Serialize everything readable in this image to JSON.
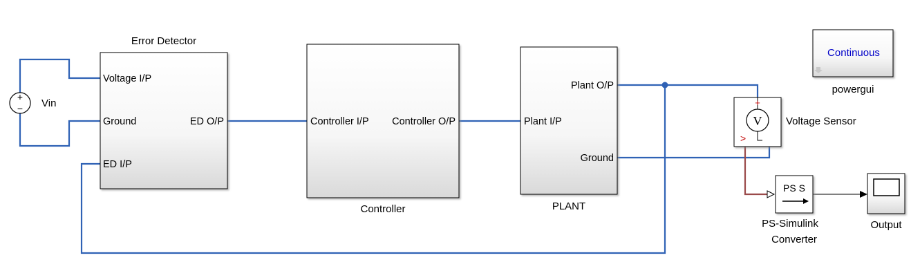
{
  "blocks": {
    "vin": {
      "name": "Vin",
      "plus": "+",
      "minus": "−"
    },
    "error_detector": {
      "name": "Error Detector",
      "ports": {
        "voltage_ip": "Voltage I/P",
        "ground": "Ground",
        "ed_ip": "ED I/P",
        "ed_op": "ED O/P"
      }
    },
    "controller": {
      "name": "Controller",
      "ports": {
        "input": "Controller I/P",
        "output": "Controller O/P"
      }
    },
    "plant": {
      "name": "PLANT",
      "ports": {
        "input": "Plant I/P",
        "output": "Plant O/P",
        "ground": "Ground"
      }
    },
    "voltage_sensor": {
      "name": "Voltage Sensor",
      "symbol": "V",
      "plus": "+",
      "arrow": ">"
    },
    "ps_simulink": {
      "name_line1": "PS-Simulink",
      "name_line2": "Converter",
      "symbol": "PS S"
    },
    "output": {
      "name": "Output"
    },
    "powergui": {
      "name": "powergui",
      "mode": "Continuous"
    }
  },
  "colors": {
    "wire_physical": "#2f62b5",
    "wire_sensor": "#9a4a4a",
    "powergui_text": "#0000c8",
    "port_plus": "#c00000"
  }
}
